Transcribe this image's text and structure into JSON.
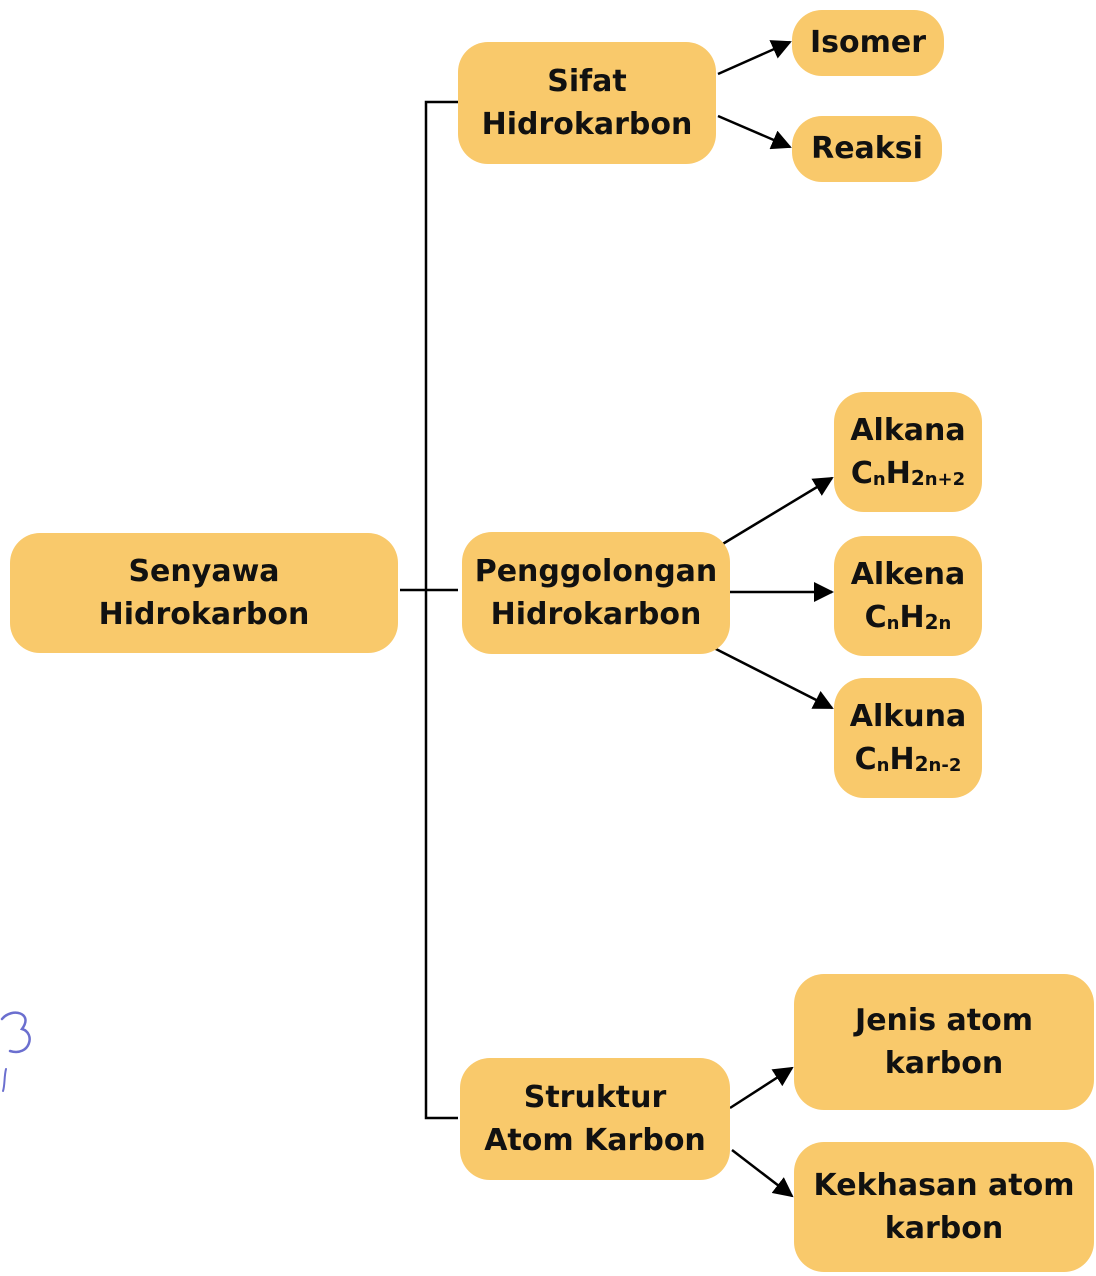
{
  "colors": {
    "node_fill": "#f9c96b",
    "line": "#000000",
    "doodle": "#6b6fcf"
  },
  "root": {
    "line1": "Senyawa",
    "line2": "Hidrokarbon"
  },
  "branches": {
    "sifat": {
      "line1": "Sifat",
      "line2": "Hidrokarbon",
      "children": {
        "isomer": "Isomer",
        "reaksi": "Reaksi"
      }
    },
    "penggolongan": {
      "line1": "Penggolongan",
      "line2": "Hidrokarbon",
      "children": {
        "alkana": {
          "name": "Alkana",
          "formula": {
            "c": "C",
            "n": "n",
            "h": "H",
            "two": "2",
            "sub": "n+2"
          }
        },
        "alkena": {
          "name": "Alkena",
          "formula": {
            "c": "C",
            "n": "n",
            "h": "H",
            "two": "2",
            "sub": "n"
          }
        },
        "alkuna": {
          "name": "Alkuna",
          "formula": {
            "c": "C",
            "n": "n",
            "h": "H",
            "two": "2",
            "sub": "n-2"
          }
        }
      }
    },
    "struktur": {
      "line1": "Struktur",
      "line2": "Atom Karbon",
      "children": {
        "jenis": {
          "line1": "Jenis atom",
          "line2": "karbon"
        },
        "kekhasan": {
          "line1": "Kekhasan atom",
          "line2": "karbon"
        }
      }
    }
  }
}
